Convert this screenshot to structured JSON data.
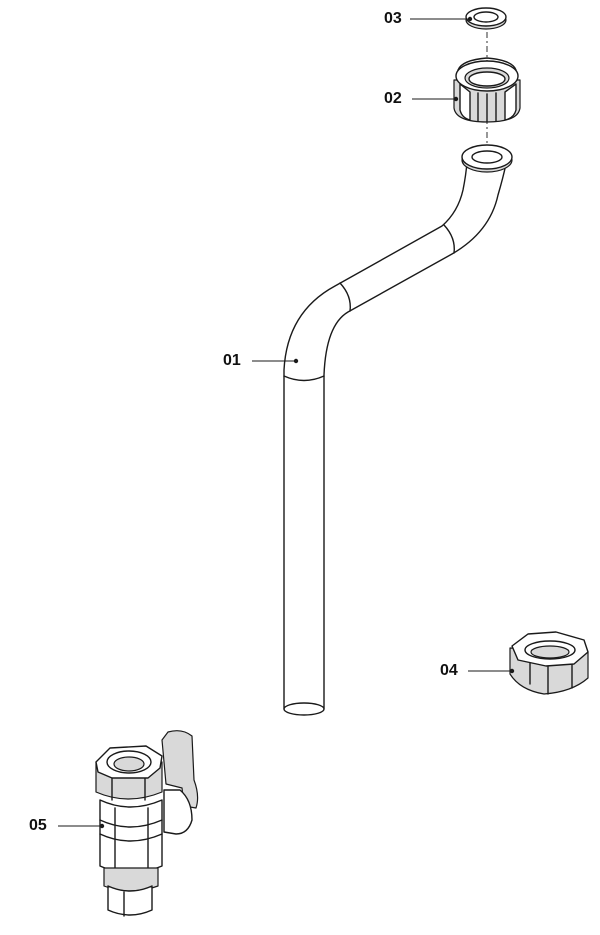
{
  "labels": {
    "p01": "01",
    "p02": "02",
    "p03": "03",
    "p04": "04",
    "p05": "05"
  },
  "colors": {
    "line": "#1a1a1a",
    "shade": "#d9d9d9",
    "background": "#ffffff"
  }
}
